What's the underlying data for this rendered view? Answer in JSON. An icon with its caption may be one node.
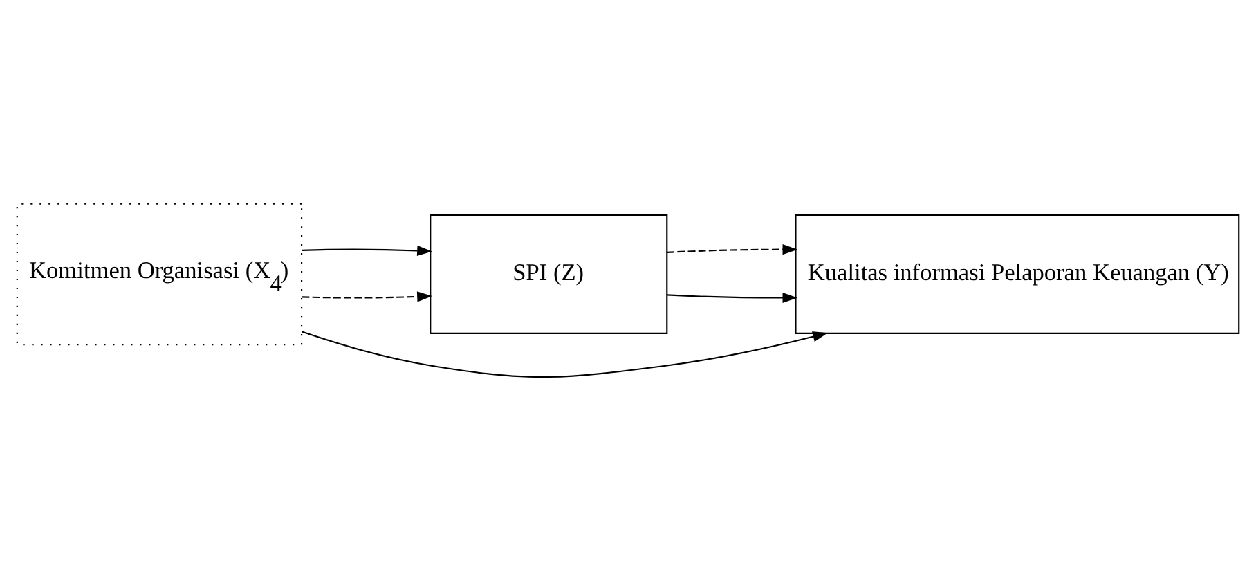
{
  "diagram": {
    "nodes": [
      {
        "text": [
          "SPI (Z)"
        ]
      },
      {
        "text": [
          "Komitmen Organisasi (X$_{4}$)"
        ]
      },
      {
        "text": [
          "Kualitas informasi Pelaporan Keuangan (Y)"
        ]
      }
    ],
    "edges": [
      {
        "from": 1,
        "to": 0,
        "arrow": "to",
        "style": "dashed"
      },
      {
        "from": 1,
        "to": 0,
        "arrow": "to"
      },
      {
        "from": 0,
        "to": 2,
        "arrow": "to"
      },
      {
        "from": 0,
        "to": 2,
        "arrow": "to",
        "style": "dashed"
      },
      {
        "from": 1,
        "to": 2,
        "arrow": "to"
      }
    ]
  }
}
